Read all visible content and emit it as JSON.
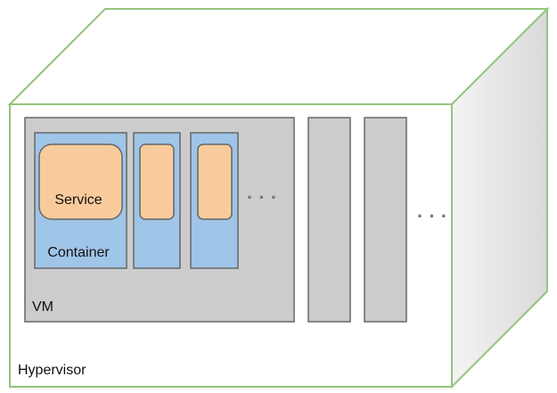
{
  "diagram": {
    "hypervisor": {
      "label": "Hypervisor",
      "front_fill": "#ffffff",
      "top_fill": "#ffffff",
      "side_fill": "#d9d9d9",
      "border_color": "#93c47d"
    },
    "vm": {
      "label": "VM",
      "fill": "#cccccc",
      "border_color": "#666666"
    },
    "container": {
      "label": "Container",
      "fill": "#9fc5e8",
      "border_color": "#666666"
    },
    "service": {
      "label": "Service",
      "fill": "#f9cb9c",
      "border_color": "#666666"
    },
    "ellipsis": {
      "containers": "· · ·",
      "vms": "· · ·",
      "color": "#777777"
    }
  }
}
